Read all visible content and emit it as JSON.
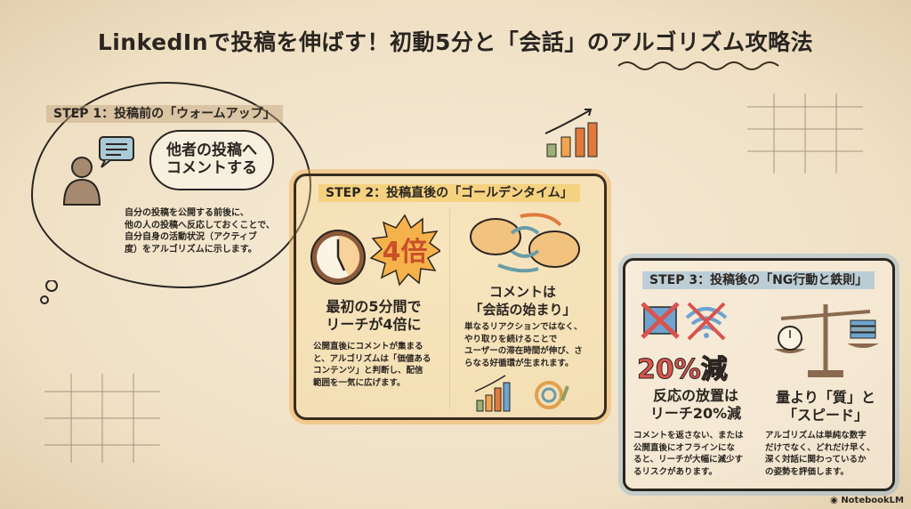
{
  "title": "LinkedInで投稿を伸ばす！初動5分と「会話」のアルゴリズム攻略法",
  "step1": {
    "heading": "STEP 1：投稿前の「ウォームアップ」",
    "bubble_line1": "他者の投稿へ",
    "bubble_line2": "コメントする",
    "body": [
      "自分の投稿を公開する前後に、",
      "他の人の投稿へ反応しておくことで、",
      "自分自身の活動状況（アクティブ",
      "度）をアルゴリズムに示します。"
    ]
  },
  "step2": {
    "heading": "STEP 2：投稿直後の「ゴールデンタイム」",
    "badge": "4倍",
    "left_title": [
      "最初の5分間で",
      "リーチが4倍に"
    ],
    "left_body": [
      "公開直後にコメントが集まる",
      "と、アルゴリズムは「価値ある",
      "コンテンツ」と判断し、配信",
      "範囲を一気に広げます。"
    ],
    "right_title": [
      "コメントは",
      "「会話の始まり」"
    ],
    "right_body": [
      "単なるリアクションではなく、",
      "やり取りを続けることで",
      "ユーザーの滞在時間が伸び、さ",
      "らなる好循環が生まれます。"
    ]
  },
  "step3": {
    "heading": "STEP 3：投稿後の「NG行動と鉄則」",
    "stat": "20%減",
    "left_title": [
      "反応の放置は",
      "リーチ20%減"
    ],
    "left_body": [
      "コメントを返さない、または",
      "公開直後にオフラインにな",
      "ると、リーチが大幅に減少す",
      "るリスクがあります。"
    ],
    "right_title": [
      "量より「質」と",
      "「スピード」"
    ],
    "right_body": [
      "アルゴリズムは単純な数字",
      "だけでなく、どれだけ早く、",
      "深く対話に関わっているか",
      "の姿勢を評価します。"
    ]
  },
  "footer": "NotebookLM",
  "colors": {
    "orange": "#e08a3c",
    "red": "#d9534f",
    "blue": "#6fa3cf",
    "brown": "#8a6a4e"
  }
}
